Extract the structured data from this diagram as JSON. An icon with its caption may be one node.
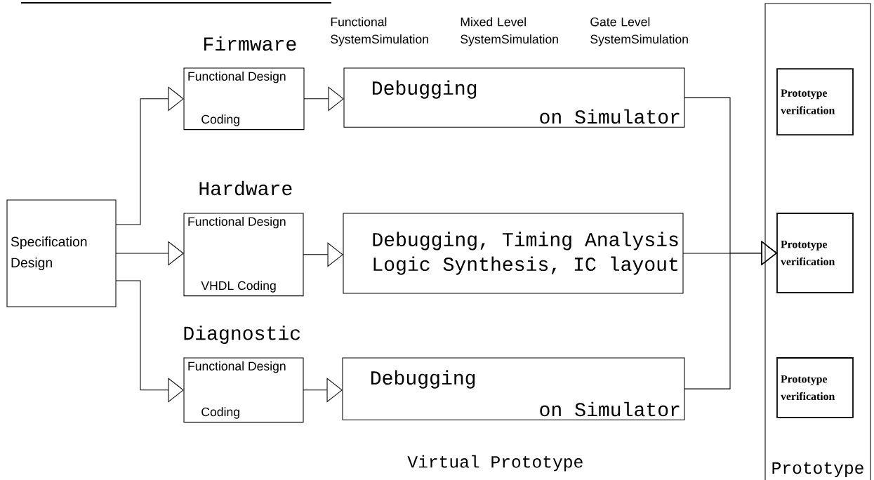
{
  "diagram": {
    "nodes": [
      {
        "text": [
          "Specification Design"
        ]
      },
      {
        "text": [
          "Functional Design",
          "Coding"
        ]
      },
      {
        "text": [
          "Debugging",
          "on Simulator"
        ]
      },
      {
        "text": [
          "Functional Design",
          "VHDL Coding"
        ]
      },
      {
        "text": [
          "Debugging, Timing Analysis",
          "Logic Synthesis, IC layout"
        ]
      },
      {
        "text": [
          "Functional Design",
          "Coding"
        ]
      },
      {
        "text": [
          "Debugging",
          "on Simulator"
        ]
      },
      {
        "text": [
          "Prototype"
        ]
      },
      {
        "text": [
          "Prototype verification"
        ],
        "in": 7
      },
      {
        "text": [
          "Prototype verification"
        ],
        "in": 7
      },
      {
        "text": [
          "Prototype verification"
        ],
        "in": 7
      }
    ],
    "edges": [
      {
        "from": 0,
        "to": 1,
        "arrow": "to"
      },
      {
        "from": 0,
        "to": 3,
        "arrow": "to"
      },
      {
        "from": 0,
        "to": 5,
        "arrow": "to"
      },
      {
        "from": 1,
        "to": 2,
        "arrow": "to"
      },
      {
        "from": 3,
        "to": 4,
        "arrow": "to"
      },
      {
        "from": 5,
        "to": 6,
        "arrow": "to"
      },
      {
        "from": 2,
        "to": 9,
        "arrow": "to"
      },
      {
        "from": 4,
        "to": 9,
        "arrow": "to"
      },
      {
        "from": 6,
        "to": 9,
        "arrow": "to"
      }
    ],
    "labels": [
      "Functional SystemSimulation",
      "Mixed Level SystemSimulation",
      "Gate Level SystemSimulation",
      "Firmware",
      "Hardware",
      "Diagnostic",
      "Virtual Prototype"
    ]
  }
}
